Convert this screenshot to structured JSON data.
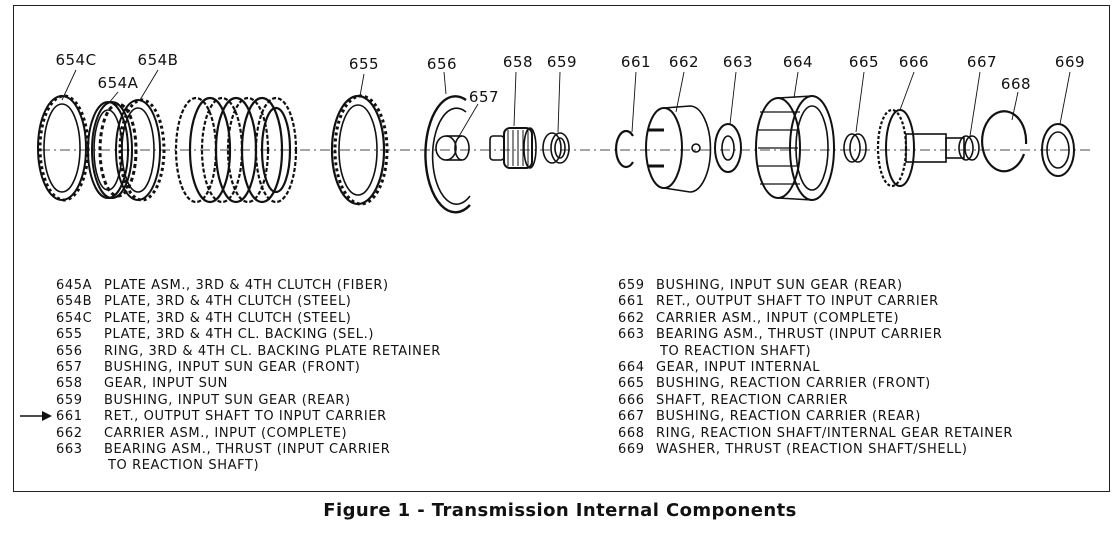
{
  "callouts": {
    "c654c": "654C",
    "c654b": "654B",
    "c654a": "654A",
    "c655": "655",
    "c656": "656",
    "c657": "657",
    "c658": "658",
    "c659": "659",
    "c661": "661",
    "c662": "662",
    "c663": "663",
    "c664": "664",
    "c665": "665",
    "c666": "666",
    "c667": "667",
    "c668": "668",
    "c669": "669"
  },
  "legend_left": [
    {
      "num": "645A",
      "text": "PLATE ASM., 3RD & 4TH CLUTCH (FIBER)"
    },
    {
      "num": "654B",
      "text": "PLATE, 3RD & 4TH CLUTCH (STEEL)"
    },
    {
      "num": "654C",
      "text": "PLATE, 3RD & 4TH CLUTCH (STEEL)"
    },
    {
      "num": "655",
      "text": "PLATE, 3RD & 4TH CL. BACKING (SEL.)"
    },
    {
      "num": "656",
      "text": "RING, 3RD & 4TH CL. BACKING PLATE RETAINER"
    },
    {
      "num": "657",
      "text": "BUSHING, INPUT SUN GEAR (FRONT)"
    },
    {
      "num": "658",
      "text": "GEAR, INPUT SUN"
    },
    {
      "num": "659",
      "text": "BUSHING, INPUT SUN GEAR (REAR)"
    },
    {
      "num": "661",
      "text": "RET., OUTPUT SHAFT TO INPUT CARRIER"
    },
    {
      "num": "662",
      "text": "CARRIER ASM., INPUT (COMPLETE)"
    },
    {
      "num": "663",
      "text": "BEARING ASM., THRUST (INPUT CARRIER"
    }
  ],
  "legend_left_cont": "TO REACTION SHAFT)",
  "legend_right": [
    {
      "num": "659",
      "text": "BUSHING, INPUT SUN GEAR (REAR)"
    },
    {
      "num": "661",
      "text": "RET., OUTPUT SHAFT TO INPUT CARRIER"
    },
    {
      "num": "662",
      "text": "CARRIER ASM., INPUT (COMPLETE)"
    },
    {
      "num": "663",
      "text": "BEARING ASM., THRUST (INPUT CARRIER"
    }
  ],
  "legend_right_cont": "TO REACTION SHAFT)",
  "legend_right_2": [
    {
      "num": "664",
      "text": "GEAR, INPUT INTERNAL"
    },
    {
      "num": "665",
      "text": "BUSHING, REACTION CARRIER (FRONT)"
    },
    {
      "num": "666",
      "text": "SHAFT, REACTION CARRIER"
    },
    {
      "num": "667",
      "text": "BUSHING, REACTION CARRIER (REAR)"
    },
    {
      "num": "668",
      "text": "RING, REACTION SHAFT/INTERNAL GEAR RETAINER"
    },
    {
      "num": "669",
      "text": "WASHER, THRUST (REACTION SHAFT/SHELL)"
    }
  ],
  "caption": "Figure 1 - Transmission Internal Components"
}
